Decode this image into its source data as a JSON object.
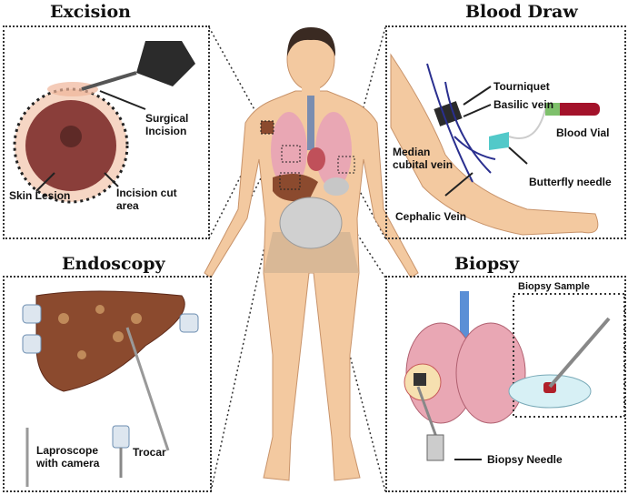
{
  "panels": {
    "excision": {
      "title": "Excision",
      "labels": {
        "surgical_incision": "Surgical\nIncision",
        "skin_lesion": "Skin Lesion",
        "incision_cut_area": "Incision cut\narea"
      }
    },
    "blood_draw": {
      "title": "Blood Draw",
      "labels": {
        "tourniquet": "Tourniquet",
        "basilic_vein": "Basilic vein",
        "blood_vial": "Blood Vial",
        "median_cubital_vein": "Median\ncubital vein",
        "butterfly_needle": "Butterfly needle",
        "cephalic_vein": "Cephalic Vein"
      }
    },
    "endoscopy": {
      "title": "Endoscopy",
      "labels": {
        "laparoscope": "Laproscope\nwith camera",
        "trocar": "Trocar"
      }
    },
    "biopsy": {
      "title": "Biopsy",
      "labels": {
        "biopsy_sample": "Biopsy Sample",
        "biopsy_needle": "Biopsy Needle"
      }
    }
  },
  "colors": {
    "skin": "#f3c9a0",
    "lung": "#e9a7b4",
    "vein": "#2a2f8f",
    "liver": "#8b4a2e",
    "blood": "#a3122a"
  }
}
